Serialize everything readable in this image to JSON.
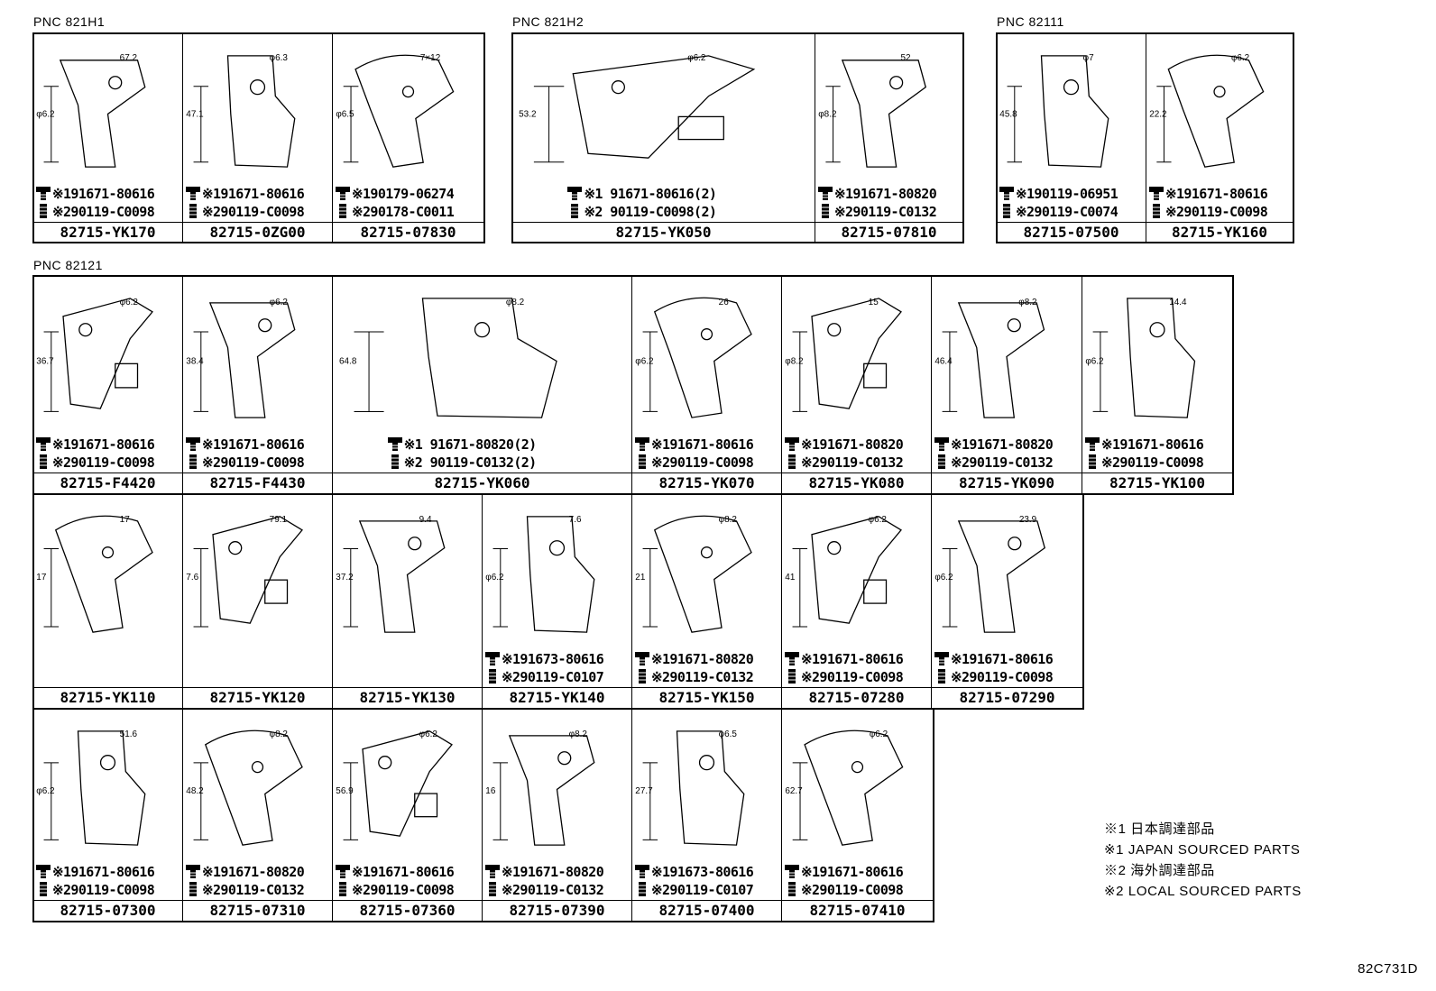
{
  "groups": [
    {
      "label": "PNC 821H1"
    },
    {
      "label": "PNC 821H2"
    },
    {
      "label": "PNC 82111"
    },
    {
      "label": "PNC 82121"
    }
  ],
  "cells": [
    {
      "fasteners": [
        "※191671-80616",
        "※290119-C0098"
      ],
      "part": "82715-YK170",
      "dims": [
        "67.2",
        "φ6.2"
      ]
    },
    {
      "fasteners": [
        "※191671-80616",
        "※290119-C0098"
      ],
      "part": "82715-0ZG00",
      "dims": [
        "φ6.3",
        "47.1"
      ]
    },
    {
      "fasteners": [
        "※190179-06274",
        "※290178-C0011"
      ],
      "part": "82715-07830",
      "dims": [
        "7×12",
        "φ6.5"
      ]
    },
    {
      "fasteners": [
        "※1 91671-80616(2)",
        "※2 90119-C0098(2)"
      ],
      "part": "82715-YK050",
      "dims": [
        "φ6.2",
        "53.2"
      ]
    },
    {
      "fasteners": [
        "※191671-80820",
        "※290119-C0132"
      ],
      "part": "82715-07810",
      "dims": [
        "52",
        "φ8.2"
      ]
    },
    {
      "fasteners": [
        "※190119-06951",
        "※290119-C0074"
      ],
      "part": "82715-07500",
      "dims": [
        "φ7",
        "45.8"
      ]
    },
    {
      "fasteners": [
        "※191671-80616",
        "※290119-C0098"
      ],
      "part": "82715-YK160",
      "dims": [
        "φ6.2",
        "22.2"
      ]
    },
    {
      "fasteners": [
        "※191671-80616",
        "※290119-C0098"
      ],
      "part": "82715-F4420",
      "dims": [
        "φ6.2",
        "36.7"
      ]
    },
    {
      "fasteners": [
        "※191671-80616",
        "※290119-C0098"
      ],
      "part": "82715-F4430",
      "dims": [
        "φ6.2",
        "38.4"
      ]
    },
    {
      "fasteners": [
        "※1 91671-80820(2)",
        "※2 90119-C0132(2)"
      ],
      "part": "82715-YK060",
      "dims": [
        "φ8.2",
        "64.8"
      ]
    },
    {
      "fasteners": [
        "※191671-80616",
        "※290119-C0098"
      ],
      "part": "82715-YK070",
      "dims": [
        "26",
        "φ6.2"
      ]
    },
    {
      "fasteners": [
        "※191671-80820",
        "※290119-C0132"
      ],
      "part": "82715-YK080",
      "dims": [
        "15",
        "φ8.2"
      ]
    },
    {
      "fasteners": [
        "※191671-80820",
        "※290119-C0132"
      ],
      "part": "82715-YK090",
      "dims": [
        "φ8.2",
        "46.4"
      ]
    },
    {
      "fasteners": [
        "※191671-80616",
        "※290119-C0098"
      ],
      "part": "82715-YK100",
      "dims": [
        "14.4",
        "φ6.2"
      ]
    },
    {
      "fasteners": [
        "",
        ""
      ],
      "part": "82715-YK110",
      "dims": [
        "17",
        "17"
      ]
    },
    {
      "fasteners": [
        "",
        ""
      ],
      "part": "82715-YK120",
      "dims": [
        "79.1",
        "7.6"
      ]
    },
    {
      "fasteners": [
        "",
        ""
      ],
      "part": "82715-YK130",
      "dims": [
        "9.4",
        "37.2"
      ]
    },
    {
      "fasteners": [
        "※191673-80616",
        "※290119-C0107"
      ],
      "part": "82715-YK140",
      "dims": [
        "7.6",
        "φ6.2"
      ]
    },
    {
      "fasteners": [
        "※191671-80820",
        "※290119-C0132"
      ],
      "part": "82715-YK150",
      "dims": [
        "φ8.2",
        "21"
      ]
    },
    {
      "fasteners": [
        "※191671-80616",
        "※290119-C0098"
      ],
      "part": "82715-07280",
      "dims": [
        "φ6.2",
        "41"
      ]
    },
    {
      "fasteners": [
        "※191671-80616",
        "※290119-C0098"
      ],
      "part": "82715-07290",
      "dims": [
        "23.9",
        "φ6.2"
      ]
    },
    {
      "fasteners": [
        "※191671-80616",
        "※290119-C0098"
      ],
      "part": "82715-07300",
      "dims": [
        "51.6",
        "φ6.2"
      ]
    },
    {
      "fasteners": [
        "※191671-80820",
        "※290119-C0132"
      ],
      "part": "82715-07310",
      "dims": [
        "φ8.2",
        "48.2"
      ]
    },
    {
      "fasteners": [
        "※191671-80616",
        "※290119-C0098"
      ],
      "part": "82715-07360",
      "dims": [
        "φ6.2",
        "56.9"
      ]
    },
    {
      "fasteners": [
        "※191671-80820",
        "※290119-C0132"
      ],
      "part": "82715-07390",
      "dims": [
        "φ8.2",
        "16"
      ]
    },
    {
      "fasteners": [
        "※191673-80616",
        "※290119-C0107"
      ],
      "part": "82715-07400",
      "dims": [
        "φ6.5",
        "27.7"
      ]
    },
    {
      "fasteners": [
        "※191671-80616",
        "※290119-C0098"
      ],
      "part": "82715-07410",
      "dims": [
        "φ6.2",
        "62.7"
      ]
    }
  ],
  "legend": [
    "※1 日本調達部品",
    "※1 JAPAN SOURCED PARTS",
    "※2 海外調達部品",
    "※2 LOCAL SOURCED PARTS"
  ],
  "reference": "82C731D",
  "icons": {
    "bolt": "hex-bolt-icon",
    "nut": "nut-icon",
    "clip": "clip-icon"
  }
}
